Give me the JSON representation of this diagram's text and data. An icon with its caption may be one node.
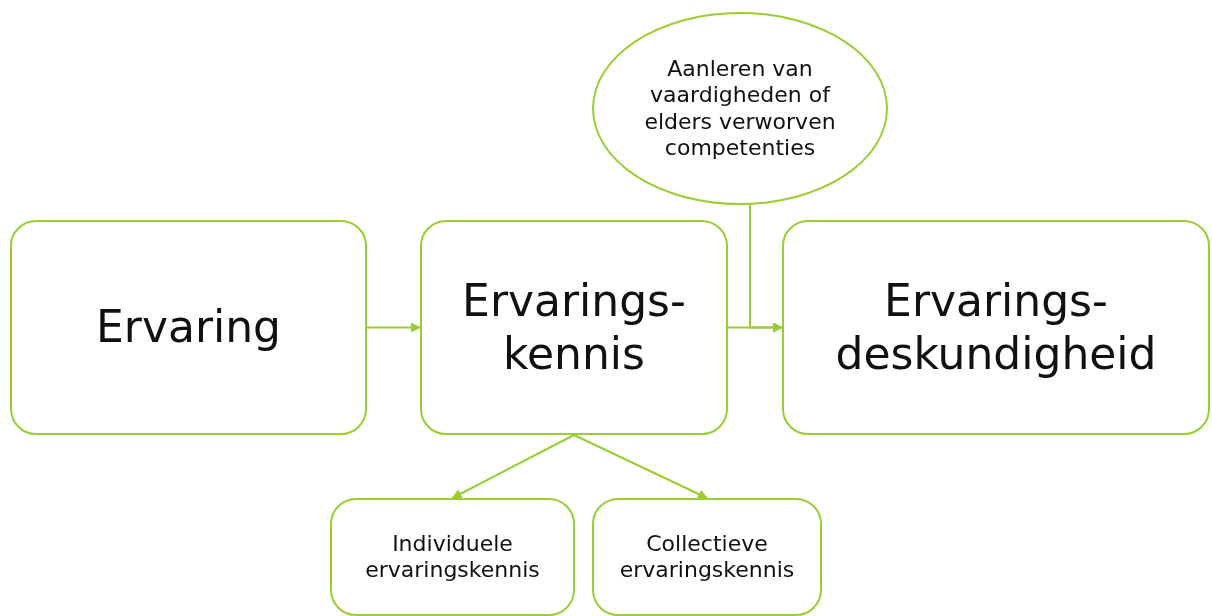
{
  "diagram": {
    "nodes": [
      {
        "text": [
          "Ervaring"
        ]
      },
      {
        "text": [
          "Ervarings- kennis"
        ]
      },
      {
        "text": [
          "Ervarings- deskundigheid"
        ]
      },
      {
        "text": [
          "Aanleren van vaardigheden of elders verworven competenties"
        ]
      },
      {
        "text": [
          "Individuele ervaringskennis"
        ]
      },
      {
        "text": [
          "Collectieve ervaringskennis"
        ]
      }
    ],
    "edges": [
      {
        "from": 0,
        "to": 1,
        "arrow": "to"
      },
      {
        "from": 1,
        "to": 2,
        "arrow": "to"
      },
      {
        "from": 3,
        "to": 2,
        "arrow": "to"
      },
      {
        "from": 1,
        "to": 4,
        "arrow": "to"
      },
      {
        "from": 1,
        "to": 5,
        "arrow": "to"
      }
    ]
  }
}
